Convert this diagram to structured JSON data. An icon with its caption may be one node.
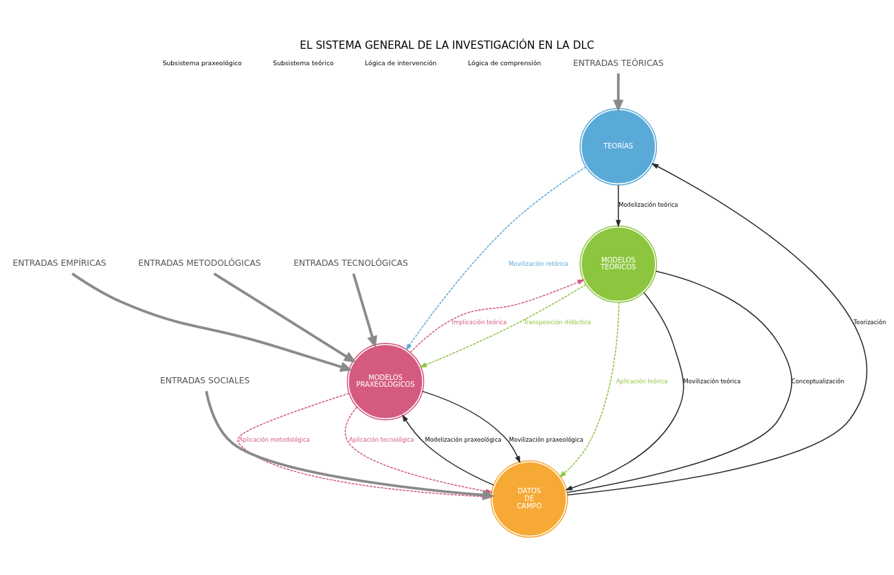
{
  "diagram": {
    "title": "EL SISTEMA GENERAL DE LA INVESTIGACIÓN EN LA DLC",
    "nodes": [
      {
        "text": [
          "TEORÍAS"
        ]
      },
      {
        "text": [
          "MODELOS TEÓRICOS"
        ]
      },
      {
        "text": [
          "MODELOS PRAXEOLOGICOS"
        ]
      },
      {
        "text": [
          "DATOS DE CAMPO"
        ]
      },
      {
        "text": [
          "ENTRADAS TEÓRICAS"
        ]
      },
      {
        "text": [
          "ENTRADAS EMPÍRICAS"
        ]
      },
      {
        "text": [
          "ENTRADAS METODOLÓGICAS"
        ]
      },
      {
        "text": [
          "ENTRADAS TECNOLÓGICAS"
        ]
      },
      {
        "text": [
          "ENTRADAS SOCIALES"
        ]
      }
    ],
    "edges": [
      {
        "from": 0,
        "to": 1,
        "arrow": "to",
        "label": "Modelización teórica"
      },
      {
        "from": 0,
        "to": 2,
        "arrow": "to",
        "label": "Movilización retórica",
        "style": "dashed",
        "color": "#5aaad8"
      },
      {
        "from": 1,
        "to": 3,
        "arrow": "to",
        "label": "Aplicación teórica",
        "style": "dashed",
        "color": "#8cc63f"
      },
      {
        "from": 1,
        "to": 2,
        "arrow": "to",
        "label": "Transposición didáctica",
        "style": "dashed",
        "color": "#8cc63f"
      },
      {
        "from": 2,
        "to": 1,
        "arrow": "to",
        "label": "Implicación teórica",
        "style": "dashed",
        "color": "#d45b7f"
      },
      {
        "from": 3,
        "to": 2,
        "arrow": "to",
        "label": "Modelización praxeológica"
      },
      {
        "from": 3,
        "to": 0,
        "arrow": "to",
        "label": "Teorización"
      },
      {
        "from": 3,
        "to": 1,
        "arrow": "none",
        "label": "Conceptualización"
      },
      {
        "from": 1,
        "to": 3,
        "arrow": "to",
        "label": "Movilización teórica"
      },
      {
        "from": 2,
        "to": 3,
        "arrow": "to",
        "label": "Movilización praxeológica"
      },
      {
        "from": 2,
        "to": 3,
        "arrow": "to",
        "label": "Aplicación metodológica",
        "style": "dashed",
        "color": "#d45b7f"
      },
      {
        "from": 2,
        "to": 3,
        "arrow": "to",
        "label": "Aplicación tecnológica",
        "style": "dashed",
        "color": "#d45b7f"
      },
      {
        "from": 4,
        "to": 0,
        "arrow": "to",
        "style": "thick",
        "color": "#8a8a8a"
      },
      {
        "from": 5,
        "to": 2,
        "arrow": "to",
        "style": "thick",
        "color": "#8a8a8a"
      },
      {
        "from": 6,
        "to": 2,
        "arrow": "to",
        "style": "thick",
        "color": "#8a8a8a"
      },
      {
        "from": 7,
        "to": 2,
        "arrow": "to",
        "style": "thick",
        "color": "#8a8a8a"
      },
      {
        "from": 8,
        "to": 3,
        "arrow": "to",
        "style": "thick",
        "color": "#8a8a8a"
      }
    ],
    "labels": [
      "Subsistema praxeológico",
      "Subsistema teórico",
      "Lógica de intervención",
      "Lógica de comprensión"
    ]
  }
}
